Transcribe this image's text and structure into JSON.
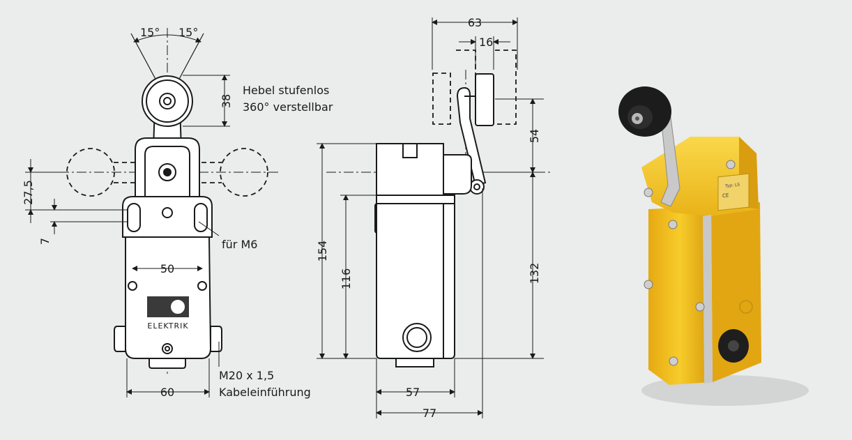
{
  "colors": {
    "background": "#ebecec",
    "line": "#1a1a1a",
    "housing": "#f2c21a",
    "roller": "#1c1c1c"
  },
  "front_view": {
    "angle_left": "15°",
    "angle_right": "15°",
    "dim_roller": "38",
    "dim_27_5": "27,5",
    "dim_7": "7",
    "dim_50": "50",
    "dim_60": "60",
    "logo_text": "ELEKTRIK",
    "note_lever_line1": "Hebel stufenlos",
    "note_lever_line2": "360° verstellbar",
    "note_m6": "für M6",
    "note_m20_line1": "M20 x 1,5",
    "note_m20_line2": "Kabeleinführung"
  },
  "side_view": {
    "dim_63": "63",
    "dim_16": "16",
    "dim_54": "54",
    "dim_154": "154",
    "dim_116": "116",
    "dim_132": "132",
    "dim_57": "57",
    "dim_77": "77"
  },
  "photo": {
    "device_label_line1": "Typ: LS",
    "device_label_line2": "CE"
  }
}
